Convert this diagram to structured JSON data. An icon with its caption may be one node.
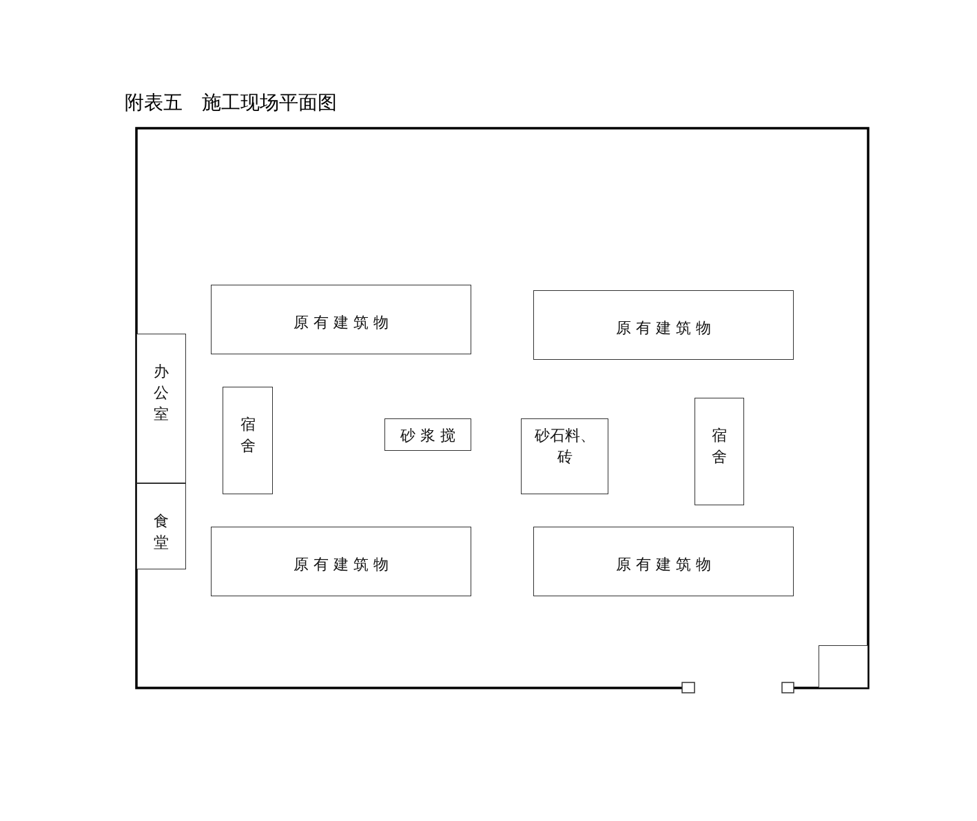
{
  "diagram": {
    "title": "附表五　施工现场平面图",
    "nodes": [
      {
        "text": [
          "原 有 建 筑 物"
        ]
      },
      {
        "text": [
          "原 有 建 筑 物"
        ]
      },
      {
        "text": [
          "办公室"
        ]
      },
      {
        "text": [
          "宿舍"
        ]
      },
      {
        "text": [
          "砂 浆 搅"
        ]
      },
      {
        "text": [
          "砂石料、砖"
        ]
      },
      {
        "text": [
          "宿舍"
        ]
      },
      {
        "text": [
          "食堂"
        ]
      },
      {
        "text": [
          "原 有 建 筑 物"
        ]
      },
      {
        "text": [
          "原 有 建 筑 物"
        ]
      },
      {
        "text": [],
        "shape": "box"
      }
    ],
    "edges": []
  }
}
